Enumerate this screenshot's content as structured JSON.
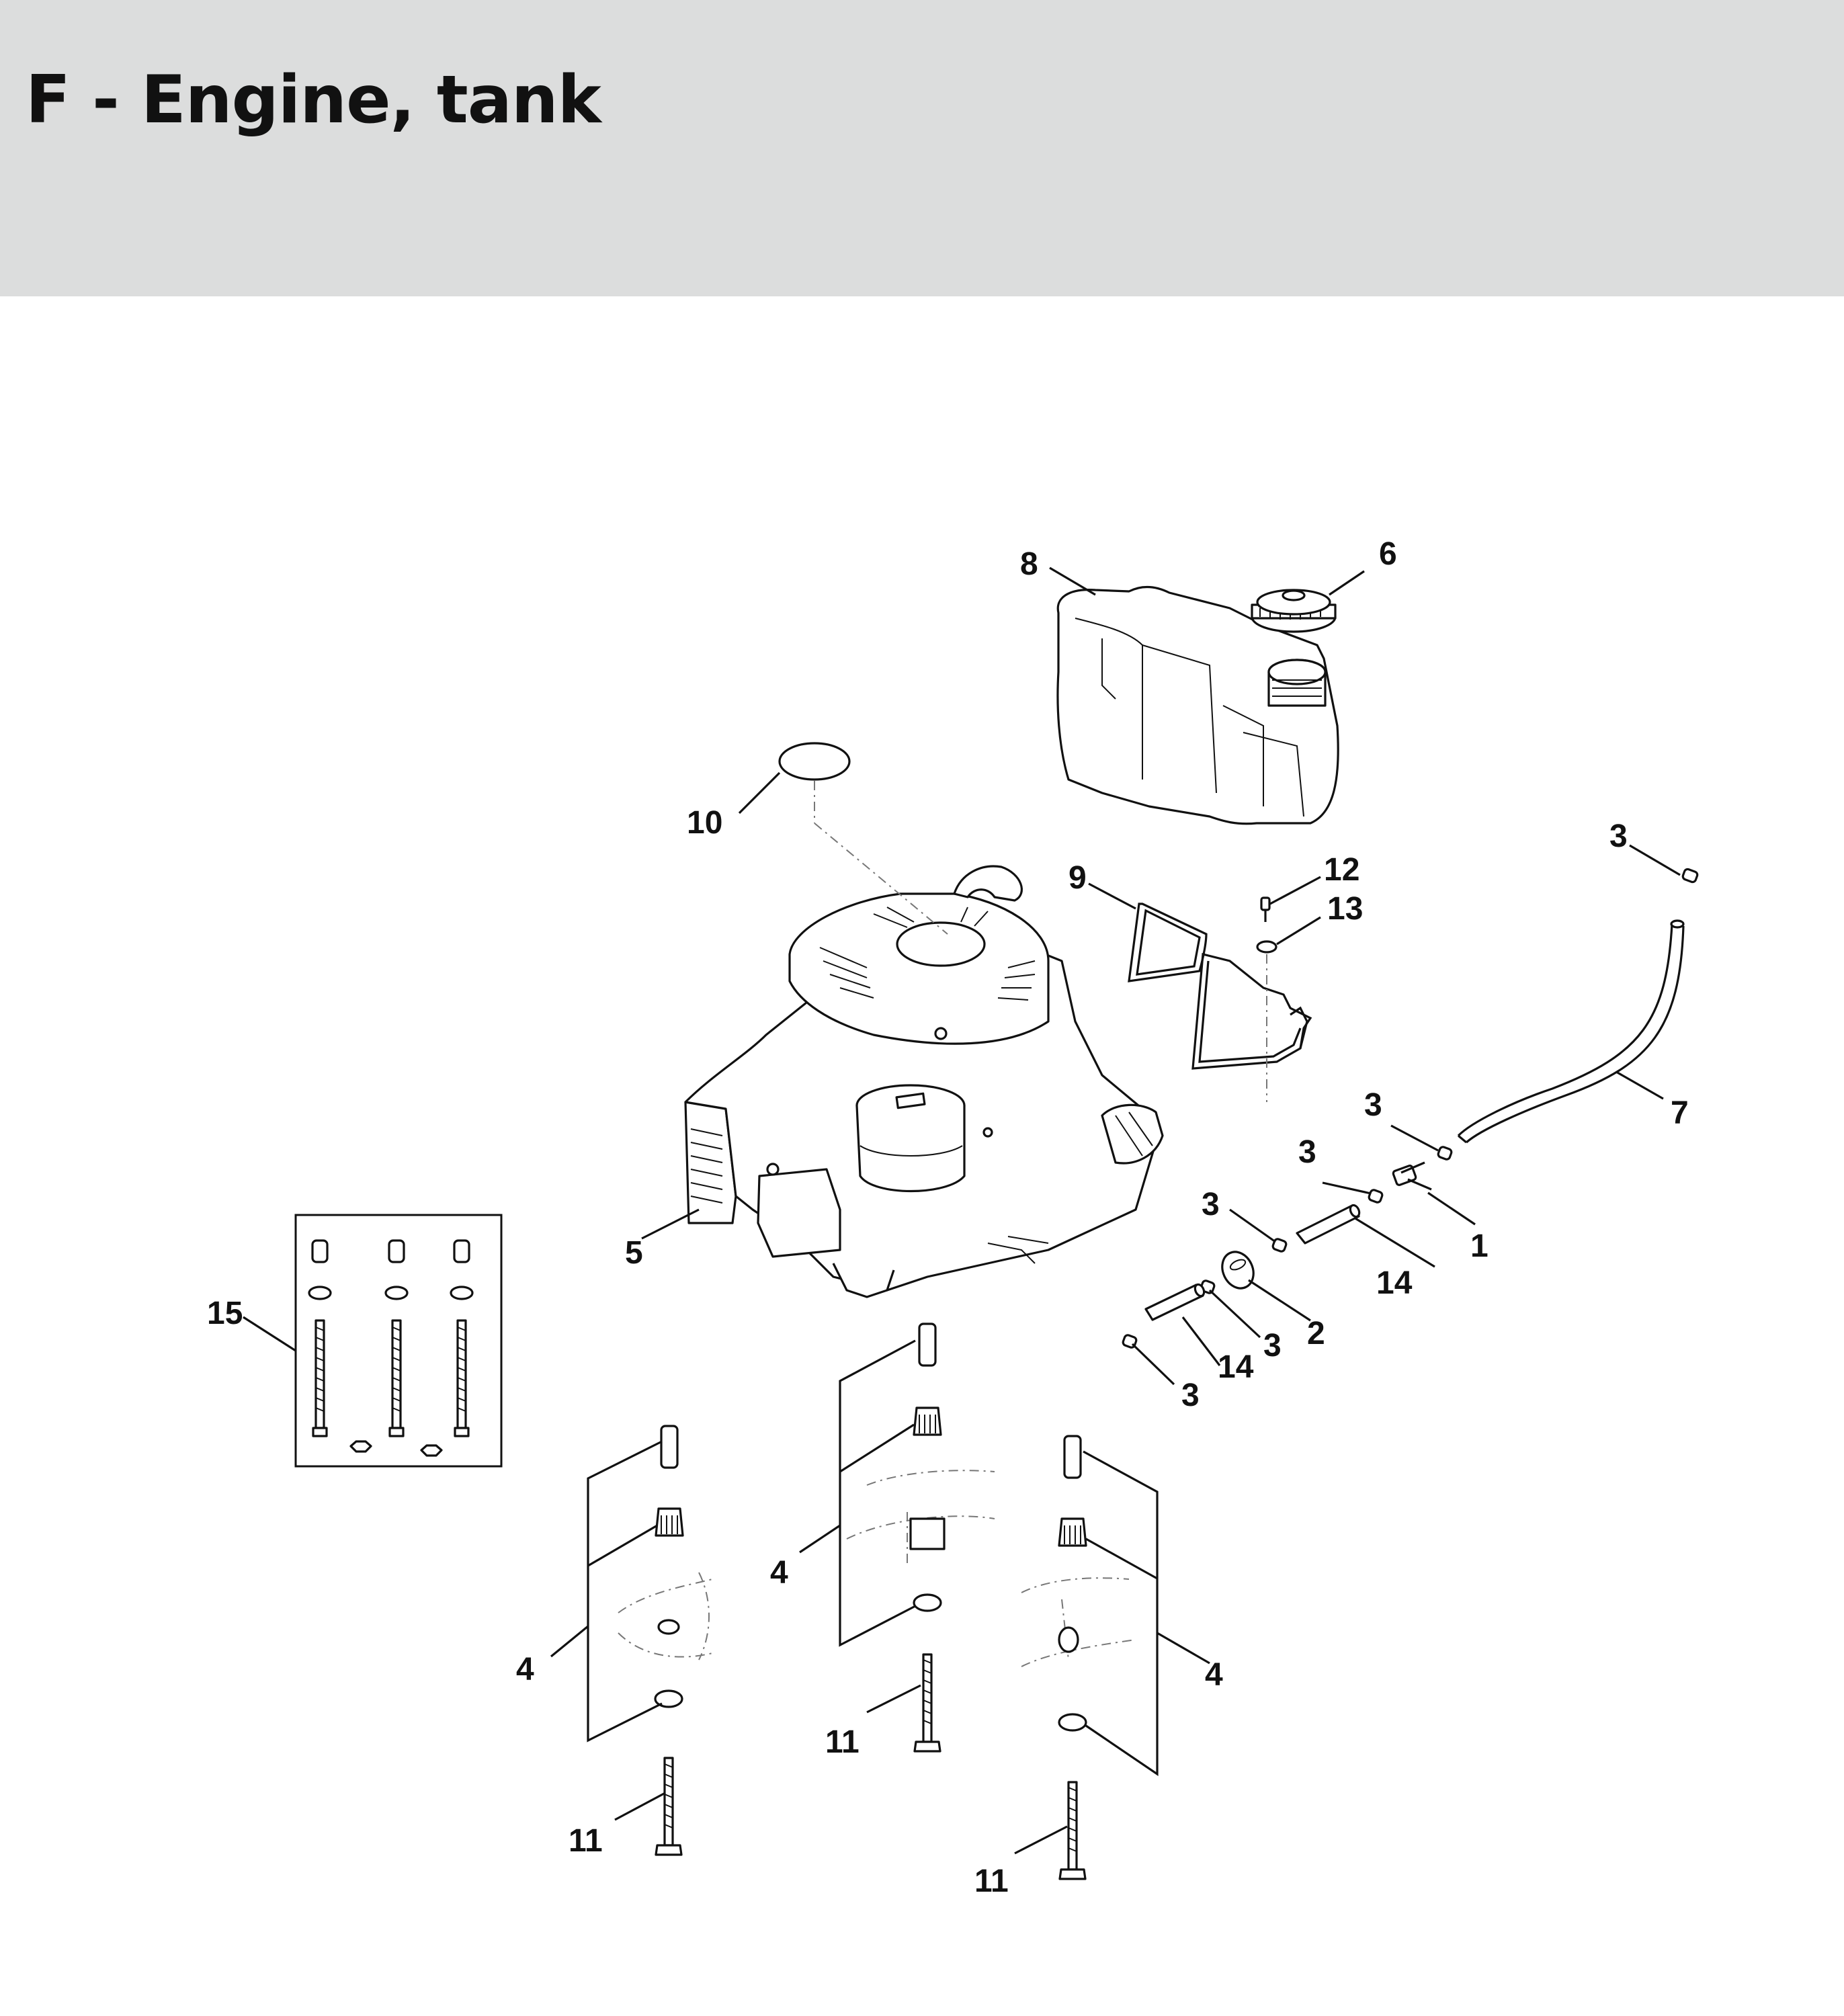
{
  "page": {
    "title": "F - Engine, tank"
  },
  "diagram": {
    "callouts": {
      "c1": "1",
      "c2": "2",
      "c3a": "3",
      "c3b": "3",
      "c3c": "3",
      "c3d": "3",
      "c3e": "3",
      "c3f": "3",
      "c4a": "4",
      "c4b": "4",
      "c4c": "4",
      "c5": "5",
      "c6": "6",
      "c7": "7",
      "c8": "8",
      "c9": "9",
      "c10": "10",
      "c11a": "11",
      "c11b": "11",
      "c11c": "11",
      "c12": "12",
      "c13": "13",
      "c14a": "14",
      "c14b": "14",
      "c15": "15"
    }
  }
}
